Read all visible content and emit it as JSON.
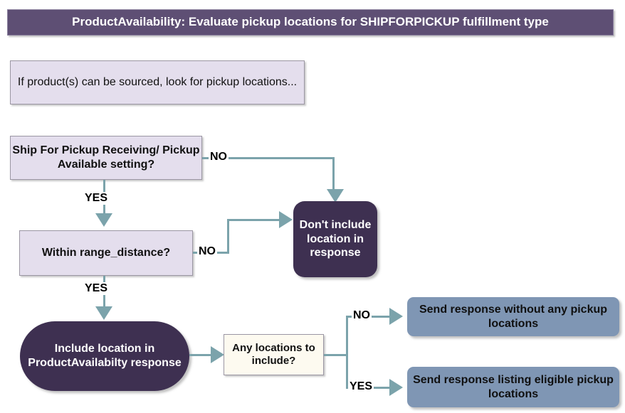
{
  "title": {
    "text": "ProductAvailability: Evaluate pickup locations for SHIPFORPICKUP fulfillment type"
  },
  "intro": {
    "text": "If product(s) can be sourced, look for pickup locations..."
  },
  "nodes": {
    "decision_setting": "Ship For Pickup Receiving/ Pickup Available setting?",
    "decision_range": "Within range_distance?",
    "dont_include": "Don't include location in response",
    "include": "Include location in ProductAvailabilty response",
    "any_locations": "Any locations to include?",
    "send_empty": "Send response without any pickup locations",
    "send_listing": "Send response listing eligible pickup locations"
  },
  "edges": {
    "setting_no": "NO",
    "setting_yes": "YES",
    "range_no": "NO",
    "range_yes": "YES",
    "any_no": "NO",
    "any_yes": "YES"
  },
  "colors": {
    "title_bar": "#5e4f74",
    "lavender": "#e4deed",
    "dark_purple": "#3e3051",
    "blue_gray": "#7f96b4",
    "cream": "#fdfaf0",
    "connector": "#7ba3ab"
  }
}
